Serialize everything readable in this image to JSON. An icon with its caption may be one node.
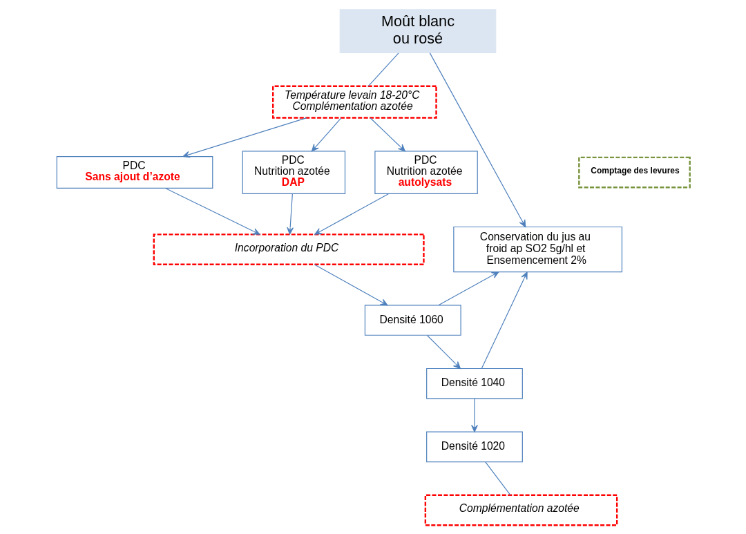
{
  "diagram": {
    "nodes": [
      {
        "text": [
          "Moût blanc ou rosé"
        ]
      },
      {
        "text": [
          "Température levain 18-20°C",
          "Complémentation azotée"
        ]
      },
      {
        "text": [
          "PDC",
          "Sans ajout d’azote"
        ]
      },
      {
        "text": [
          "PDC",
          "Nutrition azotée",
          "DAP"
        ]
      },
      {
        "text": [
          "PDC",
          "Nutrition azotée",
          "autolysats"
        ]
      },
      {
        "text": [
          "Conservation du jus au froid ap SO2 5g/hl et Ensemencement 2%"
        ]
      },
      {
        "text": [
          "Complémentation azotée"
        ]
      },
      {
        "text": [
          "Comptage des levures"
        ]
      },
      {
        "text": [
          "Incorporation du PDC"
        ]
      },
      {
        "text": [
          "Densité 1060"
        ]
      },
      {
        "text": [
          "Densité 1040"
        ]
      },
      {
        "text": [
          "Densité 1020"
        ]
      }
    ],
    "edges": [
      {
        "from": 0,
        "to": 1,
        "arrow": "none"
      },
      {
        "from": 1,
        "to": 2,
        "arrow": "to"
      },
      {
        "from": 1,
        "to": 3,
        "arrow": "to"
      },
      {
        "from": 1,
        "to": 4,
        "arrow": "to"
      },
      {
        "from": 0,
        "to": 5,
        "arrow": "to"
      },
      {
        "from": 2,
        "to": 8,
        "arrow": "to"
      },
      {
        "from": 3,
        "to": 8,
        "arrow": "to"
      },
      {
        "from": 4,
        "to": 8,
        "arrow": "to"
      },
      {
        "from": 8,
        "to": 9,
        "arrow": "to"
      },
      {
        "from": 9,
        "to": 5,
        "arrow": "to"
      },
      {
        "from": 9,
        "to": 10,
        "arrow": "to"
      },
      {
        "from": 10,
        "to": 5,
        "arrow": "to"
      },
      {
        "from": 10,
        "to": 11,
        "arrow": "to"
      },
      {
        "from": 11,
        "to": 6,
        "arrow": "none"
      }
    ]
  }
}
